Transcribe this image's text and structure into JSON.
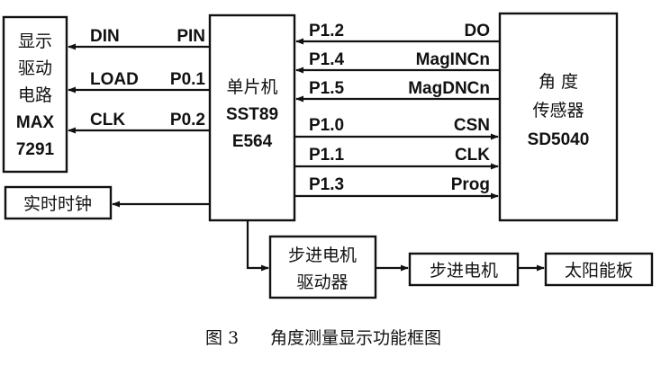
{
  "display_driver": {
    "lines": [
      "显示",
      "驱动",
      "电路",
      "MAX",
      "7291"
    ]
  },
  "mcu": {
    "lines": [
      "单片机",
      "SST89",
      "E564"
    ]
  },
  "sensor": {
    "lines": [
      "角 度",
      "传感器",
      "SD5040"
    ]
  },
  "rtc": {
    "label": "实时时钟"
  },
  "motor_driver": {
    "lines": [
      "步进电机",
      "驱动器"
    ]
  },
  "motor": {
    "label": "步进电机"
  },
  "solar": {
    "label": "太阳能板"
  },
  "display_signals": [
    {
      "left": "DIN",
      "right": "PIN"
    },
    {
      "left": "LOAD",
      "right": "P0.1"
    },
    {
      "left": "CLK",
      "right": "P0.2"
    }
  ],
  "sensor_signals": [
    {
      "port": "P1.2",
      "name": "DO",
      "direction": "to-mcu"
    },
    {
      "port": "P1.4",
      "name": "MagINCn",
      "direction": "to-mcu"
    },
    {
      "port": "P1.5",
      "name": "MagDNCn",
      "direction": "to-mcu"
    },
    {
      "port": "P1.0",
      "name": "CSN",
      "direction": "to-sensor"
    },
    {
      "port": "P1.1",
      "name": "CLK",
      "direction": "to-sensor"
    },
    {
      "port": "P1.3",
      "name": "Prog",
      "direction": "to-sensor"
    }
  ],
  "caption": {
    "figure": "图 3",
    "title": "角度测量显示功能框图"
  }
}
